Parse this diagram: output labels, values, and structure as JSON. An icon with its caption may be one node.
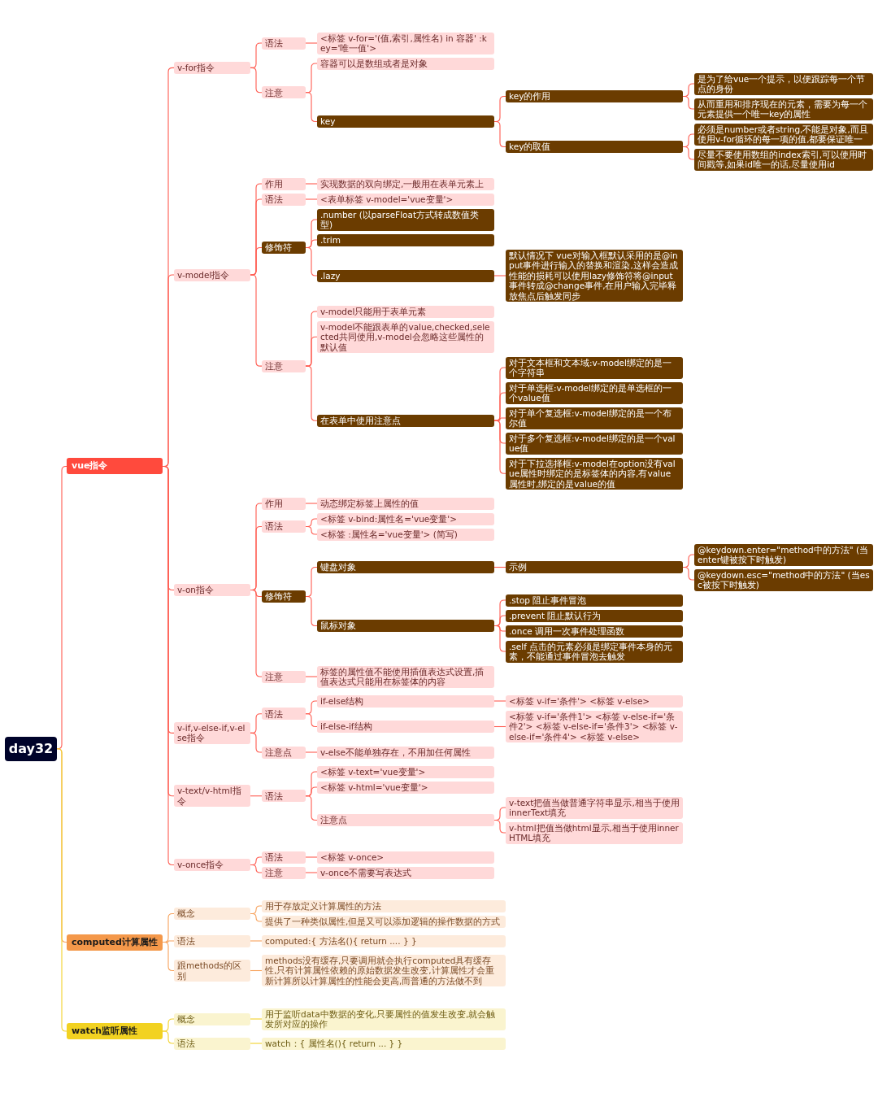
{
  "diagram": {
    "nodes": [
      {
        "text": [
          "day32"
        ]
      },
      {
        "text": [
          "vue指令"
        ]
      },
      {
        "text": [
          "v-for指令"
        ]
      },
      {
        "text": [
          "语法"
        ]
      },
      {
        "text": [
          "<标签 v-for='(值,索引,属性名) in 容器' :key='唯一值'>"
        ]
      },
      {
        "text": [
          "注意"
        ]
      },
      {
        "text": [
          "容器可以是数组或者是对象"
        ]
      },
      {
        "text": [
          "key"
        ]
      },
      {
        "text": [
          "key的作用"
        ]
      },
      {
        "text": [
          "是为了给vue一个提示，以便跟踪每一个节点的身份"
        ]
      },
      {
        "text": [
          "从而重用和排序现在的元素，需要为每一个元素提供一个唯一key的属性"
        ]
      },
      {
        "text": [
          "key的取值"
        ]
      },
      {
        "text": [
          "必须是number或者string,不能是对象,而且使用v-for循环的每一项的值,都要保证唯一"
        ]
      },
      {
        "text": [
          "尽量不要使用数组的index索引,可以使用时间戳等,如果id唯一的话,尽量使用id"
        ]
      },
      {
        "text": [
          "v-model指令"
        ]
      },
      {
        "text": [
          "作用"
        ]
      },
      {
        "text": [
          "实现数据的双向绑定,一般用在表单元素上"
        ]
      },
      {
        "text": [
          "语法"
        ]
      },
      {
        "text": [
          "<表单标签 v-model='vue变量'>"
        ]
      },
      {
        "text": [
          "修饰符"
        ]
      },
      {
        "text": [
          ".number (以parseFloat方式转成数值类型)"
        ]
      },
      {
        "text": [
          ".trim"
        ]
      },
      {
        "text": [
          ".lazy"
        ]
      },
      {
        "text": [
          "默认情况下 vue对输入框默认采用的是@input事件进行输入的替换和渲染,这样会造成性能的损耗可以使用lazy修饰符将@input事件转成@change事件,在用户输入完毕释放焦点后触发同步"
        ]
      },
      {
        "text": [
          "注意"
        ]
      },
      {
        "text": [
          "v-model只能用于表单元素"
        ]
      },
      {
        "text": [
          "v-model不能跟表单的value,checked,selected共同使用,v-model会忽略这些属性的默认值"
        ]
      },
      {
        "text": [
          "在表单中使用注意点"
        ]
      },
      {
        "text": [
          "对于文本框和文本域:v-model绑定的是一个字符串"
        ]
      },
      {
        "text": [
          "对于单选框:v-model绑定的是单选框的一个value值"
        ]
      },
      {
        "text": [
          "对于单个复选框:v-model绑定的是一个布尔值"
        ]
      },
      {
        "text": [
          "对于多个复选框:v-model绑定的是一个value值"
        ]
      },
      {
        "text": [
          "对于下拉选择框:v-model在option没有value属性时绑定的是标签体的内容,有value属性时,绑定的是value的值"
        ]
      },
      {
        "text": [
          "v-on指令"
        ]
      },
      {
        "text": [
          "作用"
        ]
      },
      {
        "text": [
          "动态绑定标签上属性的值"
        ]
      },
      {
        "text": [
          "语法"
        ]
      },
      {
        "text": [
          "<标签 v-bind:属性名='vue变量'>"
        ]
      },
      {
        "text": [
          "<标签 :属性名='vue变量'> (简写)"
        ]
      },
      {
        "text": [
          "修饰符"
        ]
      },
      {
        "text": [
          "键盘对象"
        ]
      },
      {
        "text": [
          "示例"
        ]
      },
      {
        "text": [
          "@keydown.enter=\"method中的方法\" (当enter键被按下时触发)"
        ]
      },
      {
        "text": [
          "@keydown.esc=\"method中的方法\" (当esc被按下时触发)"
        ]
      },
      {
        "text": [
          "鼠标对象"
        ]
      },
      {
        "text": [
          ".stop 阻止事件冒泡"
        ]
      },
      {
        "text": [
          ".prevent 阻止默认行为"
        ]
      },
      {
        "text": [
          ".once 调用一次事件处理函数"
        ]
      },
      {
        "text": [
          ".self 点击的元素必须是绑定事件本身的元素，不能通过事件冒泡去触发"
        ]
      },
      {
        "text": [
          "注意"
        ]
      },
      {
        "text": [
          "标签的属性值不能使用插值表达式设置,插值表达式只能用在标签体的内容"
        ]
      },
      {
        "text": [
          "v-if,v-else-if,v-else指令"
        ]
      },
      {
        "text": [
          "语法"
        ]
      },
      {
        "text": [
          "if-else结构"
        ]
      },
      {
        "text": [
          "<标签 v-if='条件'> <标签 v-else>"
        ]
      },
      {
        "text": [
          "if-else-if结构"
        ]
      },
      {
        "text": [
          "<标签 v-if='条件1'> <标签 v-else-if='条件2'> <标签 v-else-if='条件3'> <标签 v-else-if='条件4'> <标签 v-else>"
        ]
      },
      {
        "text": [
          "注意点"
        ]
      },
      {
        "text": [
          "v-else不能单独存在，不用加任何属性"
        ]
      },
      {
        "text": [
          "v-text/v-html指令"
        ]
      },
      {
        "text": [
          "语法"
        ]
      },
      {
        "text": [
          "<标签 v-text='vue变量'>"
        ]
      },
      {
        "text": [
          "<标签 v-html='vue变量'>"
        ]
      },
      {
        "text": [
          "注意点"
        ]
      },
      {
        "text": [
          "v-text把值当做普通字符串显示,相当于使用innerText填充"
        ]
      },
      {
        "text": [
          "v-html把值当做html显示,相当于使用innerHTML填充"
        ]
      },
      {
        "text": [
          "v-once指令"
        ]
      },
      {
        "text": [
          "语法"
        ]
      },
      {
        "text": [
          "<标签 v-once>"
        ]
      },
      {
        "text": [
          "注意"
        ]
      },
      {
        "text": [
          "v-once不需要写表达式"
        ]
      },
      {
        "text": [
          "computed计算属性"
        ]
      },
      {
        "text": [
          "概念"
        ]
      },
      {
        "text": [
          "用于存放定义计算属性的方法"
        ]
      },
      {
        "text": [
          "提供了一种类似属性,但是又可以添加逻辑的操作数据的方式"
        ]
      },
      {
        "text": [
          "语法"
        ]
      },
      {
        "text": [
          "computed:{ 方法名(){ return .... } }"
        ]
      },
      {
        "text": [
          "跟methods的区别"
        ]
      },
      {
        "text": [
          "methods没有缓存,只要调用就会执行computed具有缓存性,只有计算属性依赖的原始数据发生改变,计算属性才会重新计算所以计算属性的性能会更高,而普通的方法做不到"
        ]
      },
      {
        "text": [
          "watch监听属性"
        ]
      },
      {
        "text": [
          "概念"
        ]
      },
      {
        "text": [
          "用于监听data中数据的变化,只要属性的值发生改变,就会触发所对应的操作"
        ]
      },
      {
        "text": [
          "语法"
        ]
      },
      {
        "text": [
          "watch：{ 属性名(){ return ... } }"
        ]
      }
    ],
    "edges": [
      {
        "from": 0,
        "to": 1,
        "arrow": "none"
      },
      {
        "from": 1,
        "to": 2,
        "arrow": "none"
      },
      {
        "from": 2,
        "to": 3,
        "arrow": "none"
      },
      {
        "from": 3,
        "to": 4,
        "arrow": "none"
      },
      {
        "from": 2,
        "to": 5,
        "arrow": "none"
      },
      {
        "from": 5,
        "to": 6,
        "arrow": "none"
      },
      {
        "from": 5,
        "to": 7,
        "arrow": "none"
      },
      {
        "from": 7,
        "to": 8,
        "arrow": "none"
      },
      {
        "from": 8,
        "to": 9,
        "arrow": "none"
      },
      {
        "from": 8,
        "to": 10,
        "arrow": "none"
      },
      {
        "from": 7,
        "to": 11,
        "arrow": "none"
      },
      {
        "from": 11,
        "to": 12,
        "arrow": "none"
      },
      {
        "from": 11,
        "to": 13,
        "arrow": "none"
      },
      {
        "from": 1,
        "to": 14,
        "arrow": "none"
      },
      {
        "from": 14,
        "to": 15,
        "arrow": "none"
      },
      {
        "from": 15,
        "to": 16,
        "arrow": "none"
      },
      {
        "from": 14,
        "to": 17,
        "arrow": "none"
      },
      {
        "from": 17,
        "to": 18,
        "arrow": "none"
      },
      {
        "from": 14,
        "to": 19,
        "arrow": "none"
      },
      {
        "from": 19,
        "to": 20,
        "arrow": "none"
      },
      {
        "from": 19,
        "to": 21,
        "arrow": "none"
      },
      {
        "from": 19,
        "to": 22,
        "arrow": "none"
      },
      {
        "from": 22,
        "to": 23,
        "arrow": "none"
      },
      {
        "from": 14,
        "to": 24,
        "arrow": "none"
      },
      {
        "from": 24,
        "to": 25,
        "arrow": "none"
      },
      {
        "from": 24,
        "to": 26,
        "arrow": "none"
      },
      {
        "from": 24,
        "to": 27,
        "arrow": "none"
      },
      {
        "from": 27,
        "to": 28,
        "arrow": "none"
      },
      {
        "from": 27,
        "to": 29,
        "arrow": "none"
      },
      {
        "from": 27,
        "to": 30,
        "arrow": "none"
      },
      {
        "from": 27,
        "to": 31,
        "arrow": "none"
      },
      {
        "from": 27,
        "to": 32,
        "arrow": "none"
      },
      {
        "from": 1,
        "to": 33,
        "arrow": "none"
      },
      {
        "from": 33,
        "to": 34,
        "arrow": "none"
      },
      {
        "from": 34,
        "to": 35,
        "arrow": "none"
      },
      {
        "from": 33,
        "to": 36,
        "arrow": "none"
      },
      {
        "from": 36,
        "to": 37,
        "arrow": "none"
      },
      {
        "from": 36,
        "to": 38,
        "arrow": "none"
      },
      {
        "from": 33,
        "to": 39,
        "arrow": "none"
      },
      {
        "from": 39,
        "to": 40,
        "arrow": "none"
      },
      {
        "from": 40,
        "to": 41,
        "arrow": "none"
      },
      {
        "from": 41,
        "to": 42,
        "arrow": "none"
      },
      {
        "from": 41,
        "to": 43,
        "arrow": "none"
      },
      {
        "from": 39,
        "to": 44,
        "arrow": "none"
      },
      {
        "from": 44,
        "to": 45,
        "arrow": "none"
      },
      {
        "from": 44,
        "to": 46,
        "arrow": "none"
      },
      {
        "from": 44,
        "to": 47,
        "arrow": "none"
      },
      {
        "from": 44,
        "to": 48,
        "arrow": "none"
      },
      {
        "from": 33,
        "to": 49,
        "arrow": "none"
      },
      {
        "from": 49,
        "to": 50,
        "arrow": "none"
      },
      {
        "from": 1,
        "to": 51,
        "arrow": "none"
      },
      {
        "from": 51,
        "to": 52,
        "arrow": "none"
      },
      {
        "from": 52,
        "to": 53,
        "arrow": "none"
      },
      {
        "from": 53,
        "to": 54,
        "arrow": "none"
      },
      {
        "from": 52,
        "to": 55,
        "arrow": "none"
      },
      {
        "from": 55,
        "to": 56,
        "arrow": "none"
      },
      {
        "from": 51,
        "to": 57,
        "arrow": "none"
      },
      {
        "from": 57,
        "to": 58,
        "arrow": "none"
      },
      {
        "from": 1,
        "to": 59,
        "arrow": "none"
      },
      {
        "from": 59,
        "to": 60,
        "arrow": "none"
      },
      {
        "from": 60,
        "to": 61,
        "arrow": "none"
      },
      {
        "from": 60,
        "to": 62,
        "arrow": "none"
      },
      {
        "from": 60,
        "to": 63,
        "arrow": "none"
      },
      {
        "from": 63,
        "to": 64,
        "arrow": "none"
      },
      {
        "from": 63,
        "to": 65,
        "arrow": "none"
      },
      {
        "from": 1,
        "to": 66,
        "arrow": "none"
      },
      {
        "from": 66,
        "to": 67,
        "arrow": "none"
      },
      {
        "from": 67,
        "to": 68,
        "arrow": "none"
      },
      {
        "from": 66,
        "to": 69,
        "arrow": "none"
      },
      {
        "from": 69,
        "to": 70,
        "arrow": "none"
      },
      {
        "from": 0,
        "to": 71,
        "arrow": "none",
        "color": "#f7a25c"
      },
      {
        "from": 71,
        "to": 72,
        "arrow": "none",
        "color": "#f7a25c"
      },
      {
        "from": 72,
        "to": 73,
        "arrow": "none",
        "color": "#f7a25c"
      },
      {
        "from": 72,
        "to": 74,
        "arrow": "none",
        "color": "#f7a25c"
      },
      {
        "from": 71,
        "to": 75,
        "arrow": "none",
        "color": "#f7a25c"
      },
      {
        "from": 75,
        "to": 76,
        "arrow": "none",
        "color": "#f7a25c"
      },
      {
        "from": 71,
        "to": 77,
        "arrow": "none",
        "color": "#f7a25c"
      },
      {
        "from": 77,
        "to": 78,
        "arrow": "none",
        "color": "#f7a25c"
      },
      {
        "from": 0,
        "to": 79,
        "arrow": "none",
        "color": "#f2d22a"
      },
      {
        "from": 79,
        "to": 80,
        "arrow": "none",
        "color": "#f2d22a"
      },
      {
        "from": 80,
        "to": 81,
        "arrow": "none",
        "color": "#f2d22a"
      },
      {
        "from": 79,
        "to": 82,
        "arrow": "none",
        "color": "#f2d22a"
      },
      {
        "from": 82,
        "to": 83,
        "arrow": "none",
        "color": "#f2d22a"
      }
    ]
  }
}
